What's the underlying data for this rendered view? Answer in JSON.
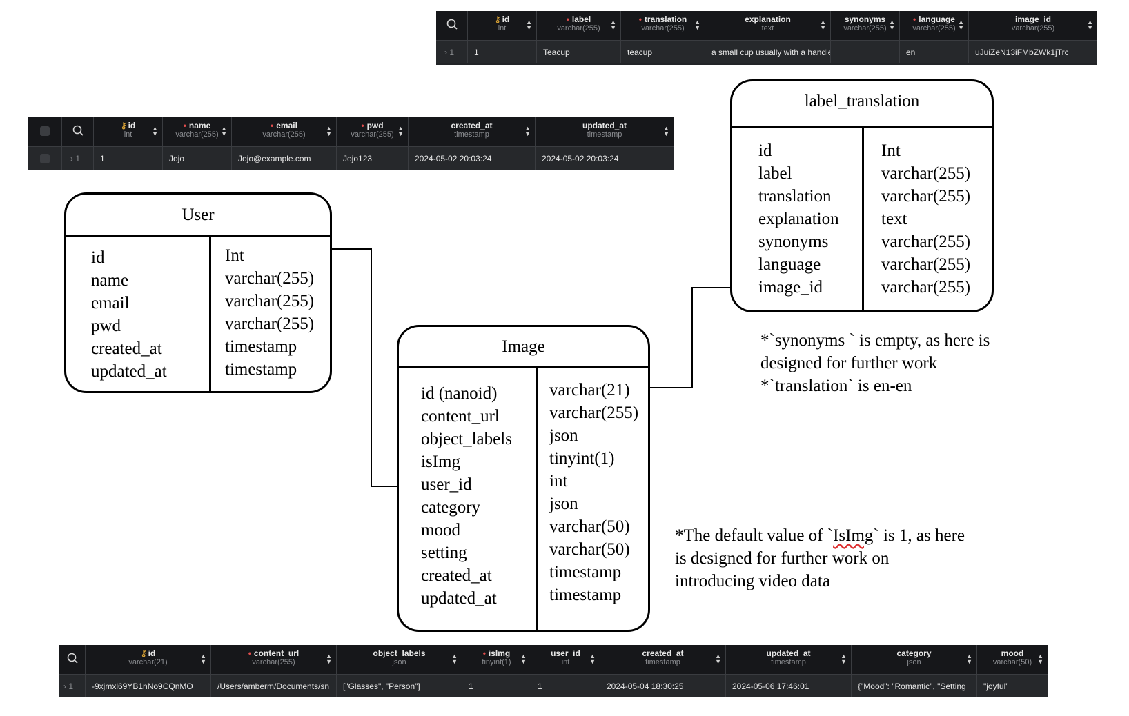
{
  "grids": {
    "label_translation_table": {
      "columns": [
        {
          "name": "id",
          "type": "int",
          "key": true
        },
        {
          "name": "label",
          "type": "varchar(255)",
          "required": true
        },
        {
          "name": "translation",
          "type": "varchar(255)",
          "required": true
        },
        {
          "name": "explanation",
          "type": "text"
        },
        {
          "name": "synonyms",
          "type": "varchar(255)"
        },
        {
          "name": "language",
          "type": "varchar(255)",
          "required": true
        },
        {
          "name": "image_id",
          "type": "varchar(255)"
        }
      ],
      "row_number": "1",
      "row": [
        "1",
        "Teacup",
        "teacup",
        "a small cup usually with a handle",
        "",
        "en",
        "uJuiZeN13iFMbZWk1jTrc"
      ]
    },
    "user_table": {
      "columns": [
        {
          "name": "id",
          "type": "int",
          "key": true
        },
        {
          "name": "name",
          "type": "varchar(255)",
          "required": true
        },
        {
          "name": "email",
          "type": "varchar(255)",
          "required": true
        },
        {
          "name": "pwd",
          "type": "varchar(255)",
          "required": true
        },
        {
          "name": "created_at",
          "type": "timestamp"
        },
        {
          "name": "updated_at",
          "type": "timestamp"
        }
      ],
      "row_number": "1",
      "row": [
        "1",
        "Jojo",
        "Jojo@example.com",
        "Jojo123",
        "2024-05-02 20:03:24",
        "2024-05-02 20:03:24"
      ]
    },
    "image_table": {
      "columns": [
        {
          "name": "id",
          "type": "varchar(21)",
          "key": true
        },
        {
          "name": "content_url",
          "type": "varchar(255)",
          "required": true
        },
        {
          "name": "object_labels",
          "type": "json"
        },
        {
          "name": "isImg",
          "type": "tinyint(1)",
          "required": true
        },
        {
          "name": "user_id",
          "type": "int"
        },
        {
          "name": "created_at",
          "type": "timestamp"
        },
        {
          "name": "updated_at",
          "type": "timestamp"
        },
        {
          "name": "category",
          "type": "json"
        },
        {
          "name": "mood",
          "type": "varchar(50)"
        }
      ],
      "row_number": "1",
      "row": [
        "-9xjmxl69YB1nNo9CQnMO",
        "/Users/amberm/Documents/sn",
        "[\"Glasses\", \"Person\"]",
        "1",
        "1",
        "2024-05-04 18:30:25",
        "2024-05-06 17:46:01",
        "{\"Mood\": \"Romantic\", \"Setting",
        "\"joyful\""
      ]
    }
  },
  "entities": {
    "user": {
      "title": "User",
      "fields": [
        "id",
        "name",
        "email",
        "pwd",
        "created_at",
        "updated_at"
      ],
      "types": [
        "Int",
        "varchar(255)",
        "varchar(255)",
        "varchar(255)",
        "timestamp",
        "timestamp"
      ]
    },
    "image": {
      "title": "Image",
      "fields": [
        "id (nanoid)",
        "content_url",
        "object_labels",
        "isImg",
        "user_id",
        "category",
        "mood",
        "setting",
        "created_at",
        "updated_at"
      ],
      "types": [
        "varchar(21)",
        "varchar(255)",
        "json",
        "tinyint(1)",
        "int",
        "json",
        "varchar(50)",
        "varchar(50)",
        "timestamp",
        "timestamp"
      ]
    },
    "label_translation": {
      "title": "label_translation",
      "fields": [
        "id",
        "label",
        "translation",
        "explanation",
        "synonyms",
        "language",
        "image_id"
      ],
      "types": [
        "Int",
        "varchar(255)",
        "varchar(255)",
        "text",
        "varchar(255)",
        "varchar(255)",
        "varchar(255)"
      ]
    }
  },
  "notes": {
    "label_translation_note": [
      "*`synonyms ` is empty, as here is",
      "designed for further work",
      "*`translation` is en-en"
    ],
    "image_note_line1_pre": "*The default value of `",
    "image_note_line1_word": "IsImg",
    "image_note_line1_post": "` is 1, as here",
    "image_note_lines": [
      "is designed for further work on",
      "introducing video data"
    ]
  }
}
